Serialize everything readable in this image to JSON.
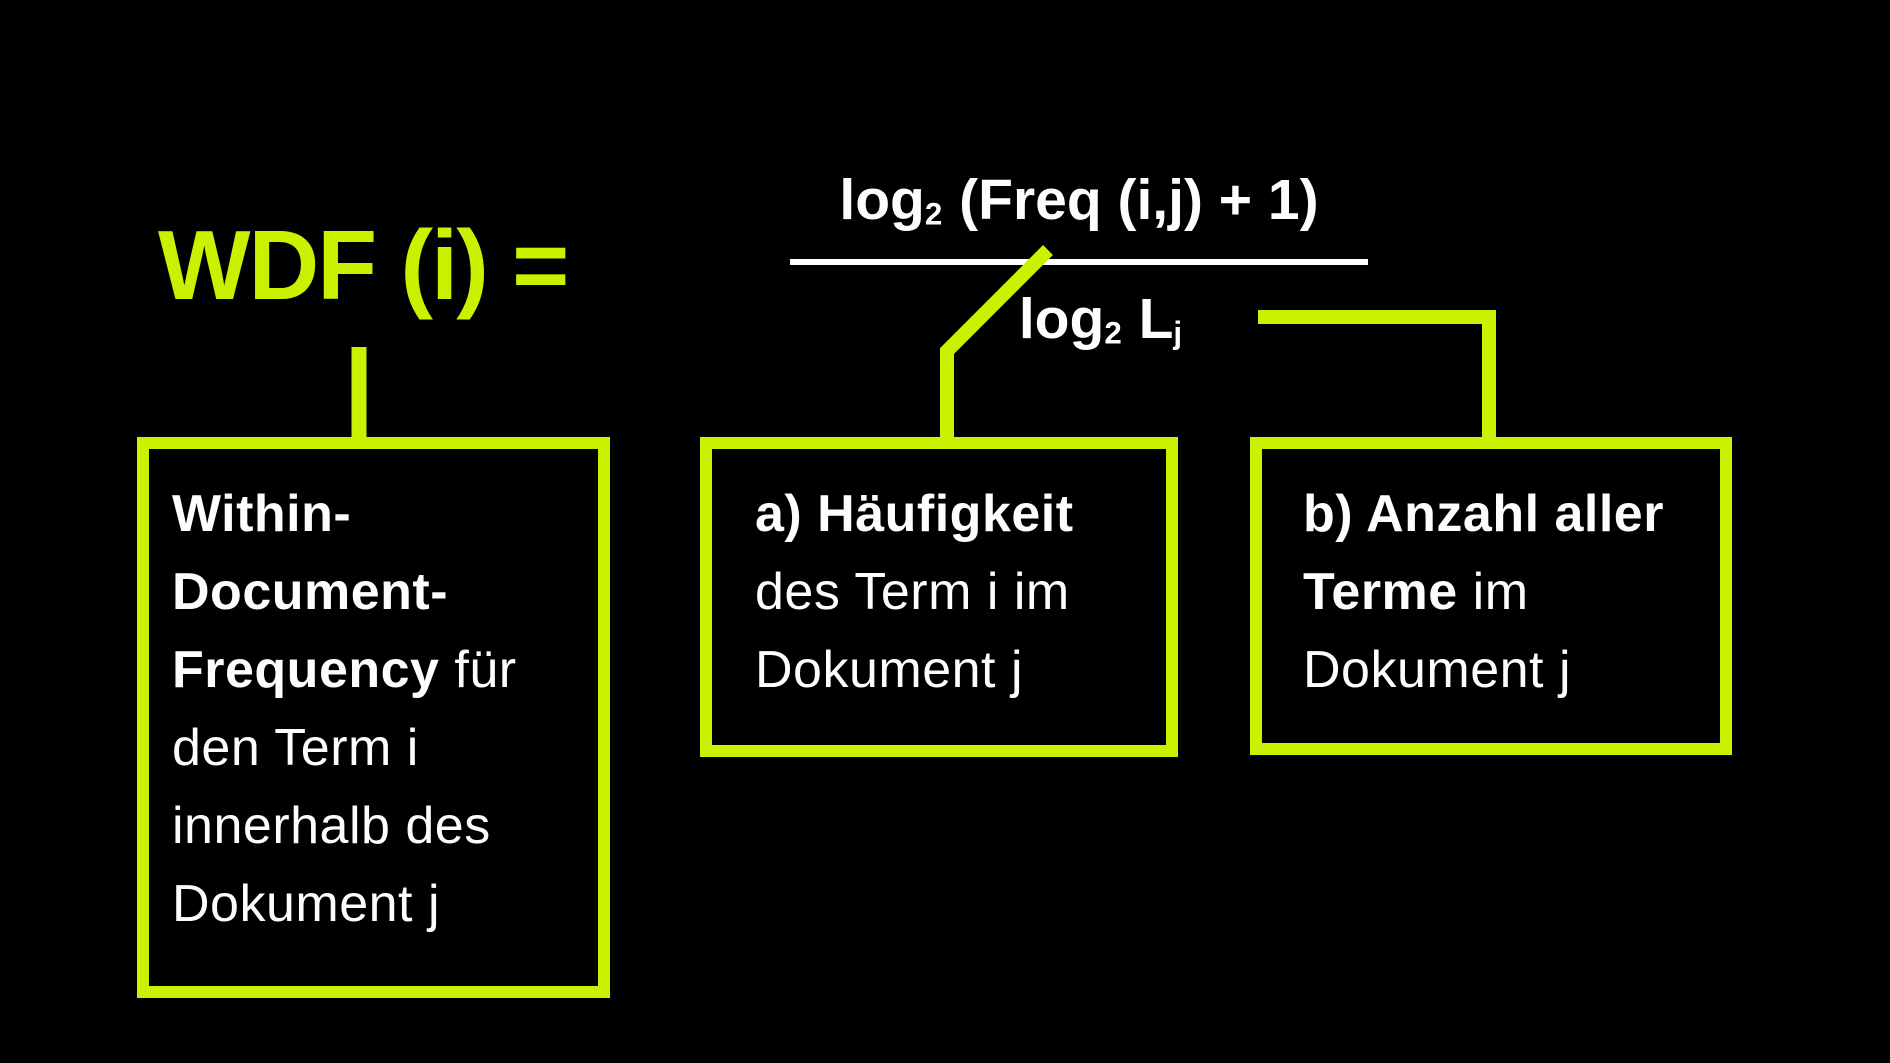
{
  "slide": {
    "background": "#000000",
    "accent": "#c9f201",
    "text_color": "#fdfdfd"
  },
  "title": {
    "text": "WDF (i) ="
  },
  "formula": {
    "numerator": {
      "pre": "log",
      "sub": "2",
      "rest": " (Freq (i,j) + 1)"
    },
    "denominator": {
      "pre": "log",
      "sub": "2",
      "mid": " L",
      "sub2": "j"
    }
  },
  "boxes": [
    {
      "id": "wdf-definition",
      "lines": [
        {
          "b": "Within-",
          "r": ""
        },
        {
          "b": "Document-",
          "r": ""
        },
        {
          "b": "Frequency",
          "r": " für"
        },
        {
          "b": "",
          "r": "den Term i"
        },
        {
          "b": "",
          "r": "innerhalb des"
        },
        {
          "b": "",
          "r": "Dokument j"
        }
      ]
    },
    {
      "id": "numerator-explanation",
      "lines": [
        {
          "b": "a) Häufigkeit",
          "r": ""
        },
        {
          "b": "",
          "r": "des Term i im"
        },
        {
          "b": "",
          "r": "Dokument j"
        }
      ]
    },
    {
      "id": "denominator-explanation",
      "lines": [
        {
          "b": "b) Anzahl aller",
          "r": ""
        },
        {
          "b": "Terme",
          "r": " im"
        },
        {
          "b": "",
          "r": "Dokument j"
        }
      ]
    }
  ]
}
